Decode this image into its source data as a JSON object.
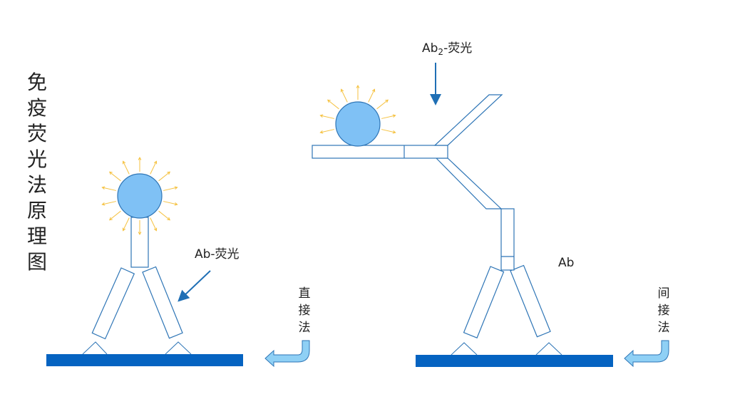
{
  "title_chars": [
    "免",
    "疫",
    "荧",
    "光",
    "法",
    "原",
    "理",
    "图"
  ],
  "labels": {
    "ab_fluor": "Ab-荧光",
    "ab2_fluor_main": "Ab",
    "ab2_fluor_sub": "2",
    "ab2_fluor_tail": "-荧光",
    "ab": "Ab"
  },
  "method_direct": [
    "直",
    "接",
    "法"
  ],
  "method_indirect": [
    "间",
    "接",
    "法"
  ],
  "colors": {
    "antibody_outline": "#2e75b6",
    "fluor_fill": "#7fc1f5",
    "ray": "#f5c242",
    "plate": "#0563c1",
    "arrow": "#1f6fb5",
    "u_arrow_fill": "#8fd0f5"
  }
}
